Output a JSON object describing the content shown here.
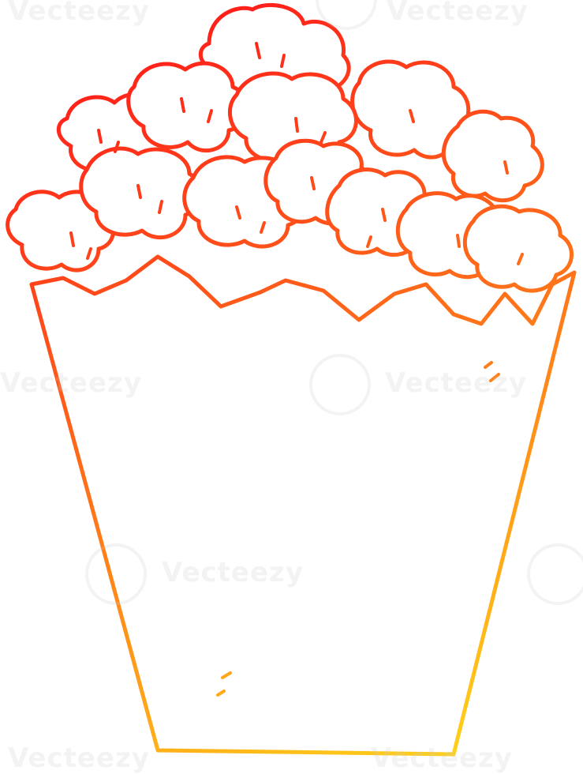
{
  "image": {
    "subject": "cartoon popcorn bucket",
    "gradient_top_color": "#ff1a1a",
    "gradient_mid_color": "#ff7a1a",
    "gradient_bottom_color": "#ffd21a",
    "fill_color": "#ffffff",
    "background_color": "#ffffff"
  },
  "watermarks": [
    {
      "text": "Vecteezy"
    },
    {
      "text": "Vecteezy"
    },
    {
      "text": "Vecteezy"
    },
    {
      "text": "Vecteezy"
    },
    {
      "text": "Vecteezy"
    },
    {
      "text": "Vecteezy"
    },
    {
      "text": "Vecteezy"
    }
  ]
}
